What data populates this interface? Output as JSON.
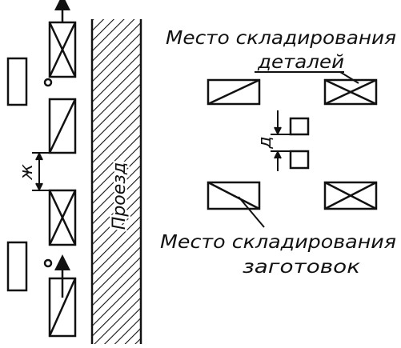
{
  "labels": {
    "parts_storage_line1": "Место складирования",
    "parts_storage_line2": "деталей",
    "blanks_storage_line1": "Место складирования",
    "blanks_storage_line2": "заготовок",
    "passage": "Проезд",
    "dimension_zh": "ж",
    "dimension_d": "д"
  }
}
